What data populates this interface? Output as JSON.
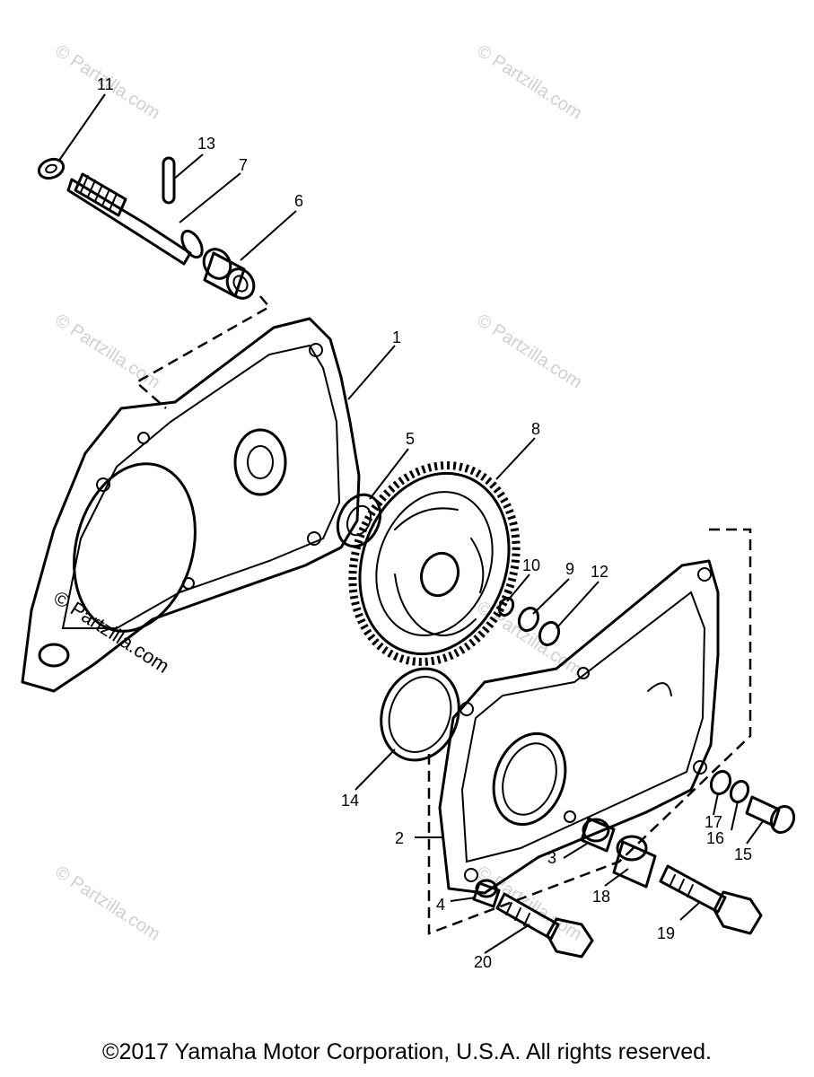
{
  "watermark": "© Partzilla.com",
  "callouts": {
    "c1": "1",
    "c2": "2",
    "c3": "3",
    "c4": "4",
    "c5": "5",
    "c6": "6",
    "c7": "7",
    "c8": "8",
    "c9": "9",
    "c10": "10",
    "c11": "11",
    "c12": "12",
    "c13": "13",
    "c14": "14",
    "c15": "15",
    "c16": "16",
    "c17": "17",
    "c18": "18",
    "c19": "19",
    "c20": "20"
  },
  "copyright": "©2017  Yamaha Motor Corporation, U.S.A. All rights reserved."
}
